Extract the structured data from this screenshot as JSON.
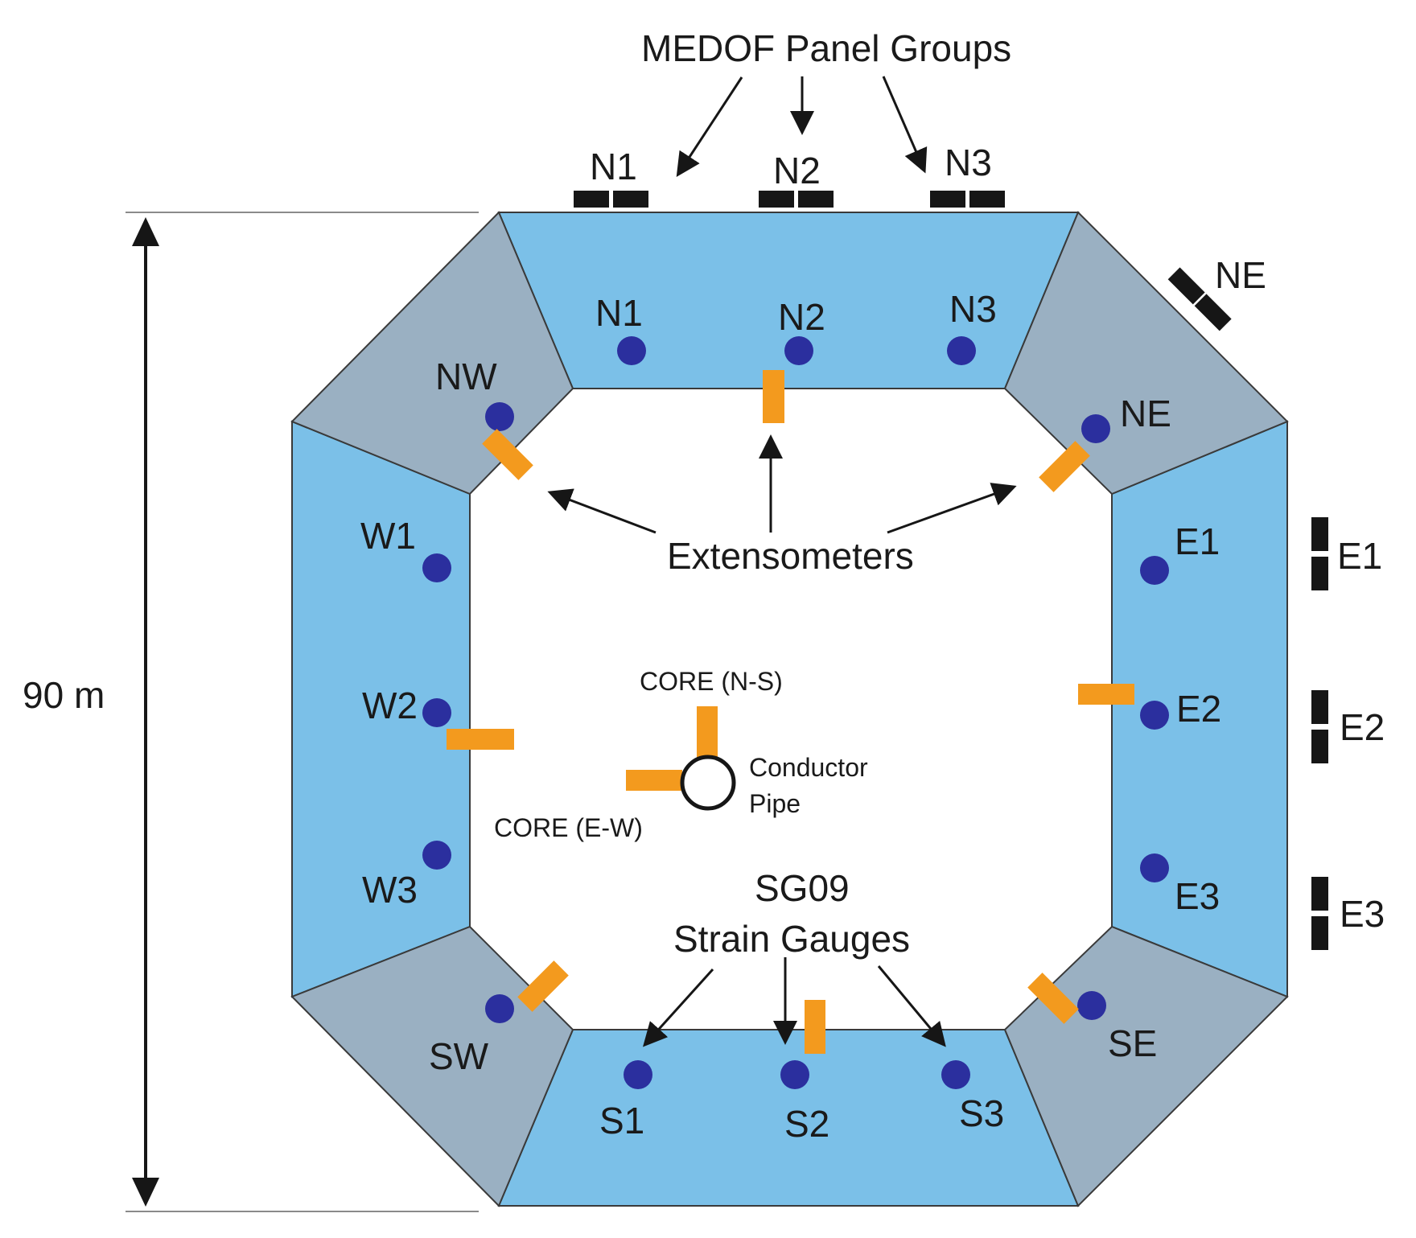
{
  "title": "MEDOF Panel Groups",
  "dimension_label": "90 m",
  "extensometers_label": "Extensometers",
  "strain_gauges_label_line1": "SG09",
  "strain_gauges_label_line2": "Strain Gauges",
  "core_ns_label": "CORE (N-S)",
  "core_ew_label": "CORE (E-W)",
  "conductor_pipe_line1": "Conductor",
  "conductor_pipe_line2": "Pipe",
  "panel_groups": {
    "n1": "N1",
    "n2": "N2",
    "n3": "N3",
    "ne": "NE",
    "e1": "E1",
    "e2": "E2",
    "e3": "E3"
  },
  "gauges": {
    "n1": "N1",
    "n2": "N2",
    "n3": "N3",
    "nw": "NW",
    "ne": "NE",
    "w1": "W1",
    "w2": "W2",
    "w3": "W3",
    "e1": "E1",
    "e2": "E2",
    "e3": "E3",
    "sw": "SW",
    "se": "SE",
    "s1": "S1",
    "s2": "S2",
    "s3": "S3"
  },
  "colors": {
    "side_panel": "#7bc0e8",
    "corner_panel": "#9ab0c2",
    "gauge_dot": "#2b2f9e",
    "extensometer": "#f39a1e",
    "panel_group_block": "#161616"
  }
}
